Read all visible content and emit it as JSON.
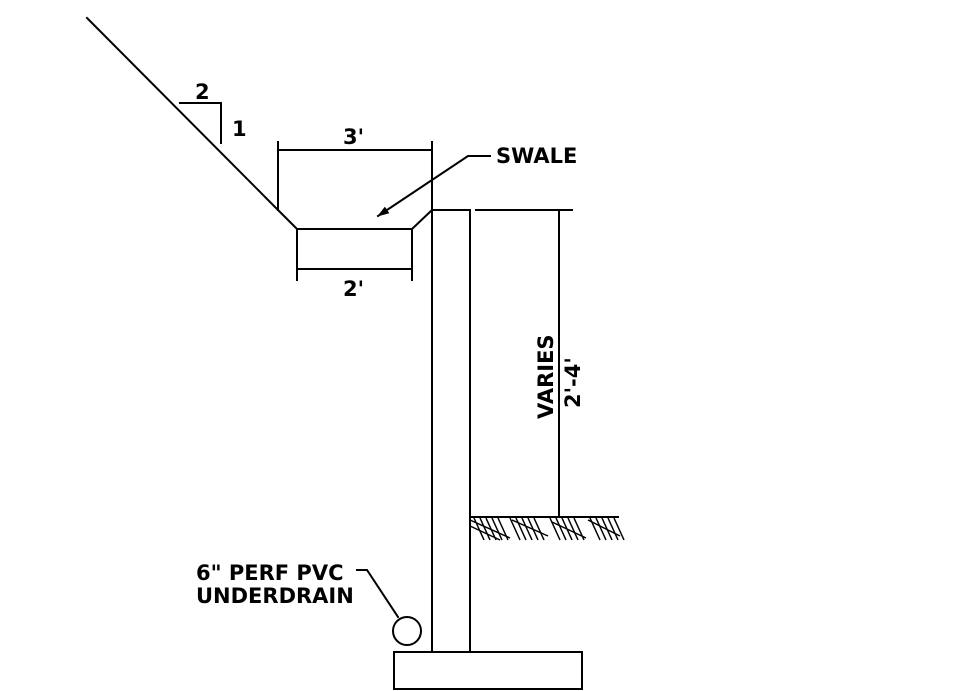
{
  "slope": {
    "run": "2",
    "rise": "1"
  },
  "swale": {
    "label": "SWALE",
    "top_width": "3'",
    "bottom_width": "2'"
  },
  "wall": {
    "height_label": "VARIES",
    "height_value": "2'-4'"
  },
  "underdrain": {
    "line1": "6\" PERF PVC",
    "line2": "UNDERDRAIN"
  }
}
